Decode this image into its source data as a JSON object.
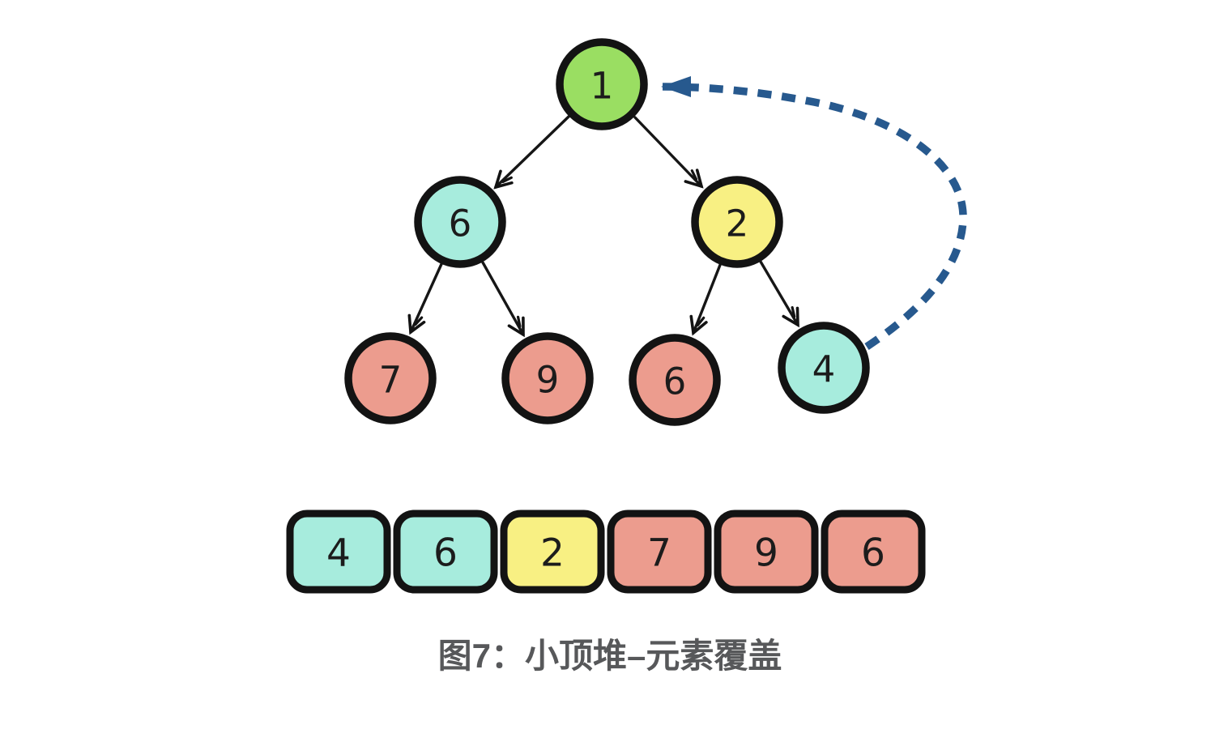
{
  "figure": {
    "caption": "图7：小顶堆–元素覆盖"
  },
  "palette": {
    "green": "#9ade62",
    "cyan": "#a7ecdd",
    "yellow": "#f8f083",
    "salmon": "#ec9c8e",
    "outline": "#131313",
    "arrow_blue": "#27598e",
    "caption_gray": "#57585a"
  },
  "tree": {
    "nodes": [
      {
        "value": "1",
        "color": "green",
        "position": "root"
      },
      {
        "value": "6",
        "color": "cyan",
        "position": "left-child"
      },
      {
        "value": "2",
        "color": "yellow",
        "position": "right-child"
      },
      {
        "value": "7",
        "color": "salmon",
        "position": "leaf-1"
      },
      {
        "value": "9",
        "color": "salmon",
        "position": "leaf-2"
      },
      {
        "value": "6",
        "color": "salmon",
        "position": "leaf-3"
      },
      {
        "value": "4",
        "color": "cyan",
        "position": "leaf-4"
      }
    ],
    "edges": [
      [
        0,
        1
      ],
      [
        0,
        2
      ],
      [
        1,
        3
      ],
      [
        1,
        4
      ],
      [
        2,
        5
      ],
      [
        2,
        6
      ]
    ],
    "overwrite_arrow": {
      "from": "leaf-4",
      "to": "root",
      "style": "dashed"
    }
  },
  "array": {
    "cells": [
      {
        "value": "4",
        "color": "cyan"
      },
      {
        "value": "6",
        "color": "cyan"
      },
      {
        "value": "2",
        "color": "yellow"
      },
      {
        "value": "7",
        "color": "salmon"
      },
      {
        "value": "9",
        "color": "salmon"
      },
      {
        "value": "6",
        "color": "salmon"
      }
    ]
  }
}
